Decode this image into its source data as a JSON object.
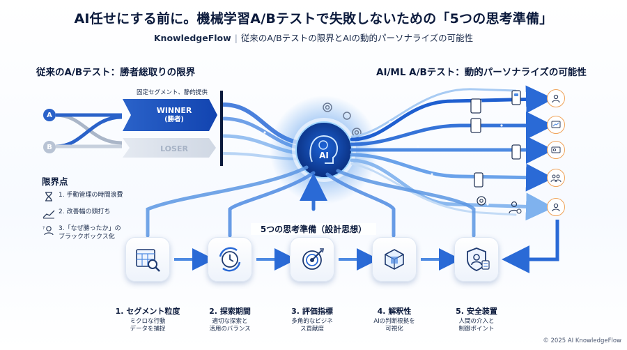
{
  "header": {
    "title": "AI任せにする前に。機械学習A/Bテストで失敗しないための「5つの思考準備」",
    "subtitle_brand": "KnowledgeFlow",
    "subtitle_separator": "|",
    "subtitle_text": "従来のA/Bテストの限界とAIの動的パーソナライズの可能性"
  },
  "left_section": {
    "heading": "従来のA/Bテスト：勝者総取りの限界",
    "fixed_note": "固定セグメント、静的提供",
    "variant_a": "A",
    "variant_b": "B",
    "winner_label": "WINNER",
    "winner_sub": "(勝者)",
    "loser_label": "LOSER",
    "limits_heading": "限界点",
    "limits": [
      {
        "text": "1. 手動管理の時間浪費",
        "icon": "hourglass-icon"
      },
      {
        "text": "2. 改善幅の頭打ち",
        "icon": "trend-plateau-icon"
      },
      {
        "text": "3.「なぜ勝ったか」の\nブラックボックス化",
        "icon": "confused-person-icon"
      }
    ]
  },
  "right_section": {
    "heading": "AI/ML A/Bテスト：動的パーソナライズの可能性",
    "hub_label": "AI"
  },
  "design": {
    "heading": "5つの思考準備（設計思想）",
    "steps": [
      {
        "title": "1. セグメント粒度",
        "desc": "ミクロな行動\nデータを捕捉",
        "icon": "grid-magnifier-icon"
      },
      {
        "title": "2. 探索期間",
        "desc": "適切な探索と\n活用のバランス",
        "icon": "clock-cycle-icon"
      },
      {
        "title": "3. 評価指標",
        "desc": "多角的なビジネ\nス貢献度",
        "icon": "target-arrow-icon"
      },
      {
        "title": "4. 解釈性",
        "desc": "AIの判断根拠を\n可視化",
        "icon": "transparent-cube-icon"
      },
      {
        "title": "5. 安全装置",
        "desc": "人間の介入と\n制御ポイント",
        "icon": "shield-user-icon"
      }
    ]
  },
  "footer": {
    "copyright": "© 2025 AI KnowledgeFlow"
  },
  "colors": {
    "primary_blue": "#1f5fd0",
    "light_blue": "#8ab8ef",
    "accent_orange": "#f0a35a",
    "dark_text": "#0b1a3c",
    "loser_gray": "#c7d0dd"
  }
}
